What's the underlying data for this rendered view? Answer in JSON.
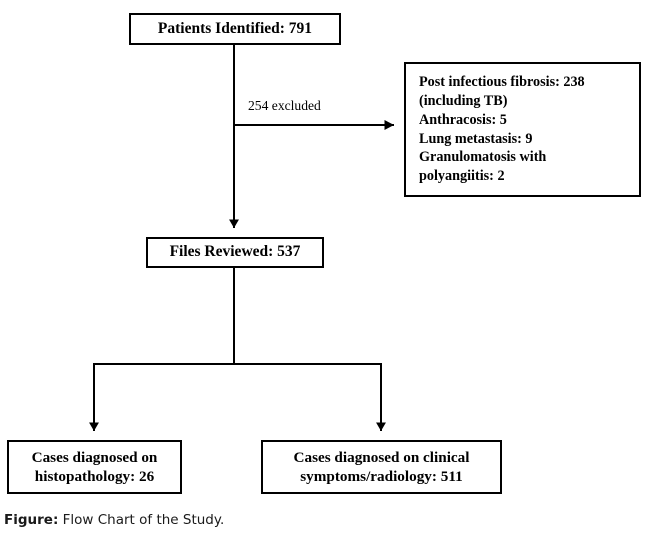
{
  "figure": {
    "caption_label": "Figure:",
    "caption_text": "Flow Chart of the Study."
  },
  "colors": {
    "background": "#ffffff",
    "stroke": "#000000",
    "text": "#000000",
    "caption_text": "#1a1a1a"
  },
  "flow": {
    "nodes": {
      "patients_identified": {
        "label": "Patients Identified: 791",
        "count": 791
      },
      "excluded_list": {
        "label": "Post infectious fibrosis: 238\n(including TB)\nAnthracosis: 5\nLung metastasis: 9\nGranulomatosis with\npolyangiitis: 2",
        "items": [
          {
            "name": "Post infectious fibrosis (including TB)",
            "count": 238
          },
          {
            "name": "Anthracosis",
            "count": 5
          },
          {
            "name": "Lung metastasis",
            "count": 9
          },
          {
            "name": "Granulomatosis with polyangiitis",
            "count": 2
          }
        ]
      },
      "files_reviewed": {
        "label": "Files Reviewed: 537",
        "count": 537
      },
      "cases_histopathology": {
        "label": "Cases diagnosed on\nhistopathology: 26",
        "count": 26
      },
      "cases_clinical": {
        "label": "Cases diagnosed on clinical\nsymptoms/radiology: 511",
        "count": 511
      }
    },
    "edges": {
      "excluded_label": "254 excluded",
      "excluded_count": 254
    }
  }
}
